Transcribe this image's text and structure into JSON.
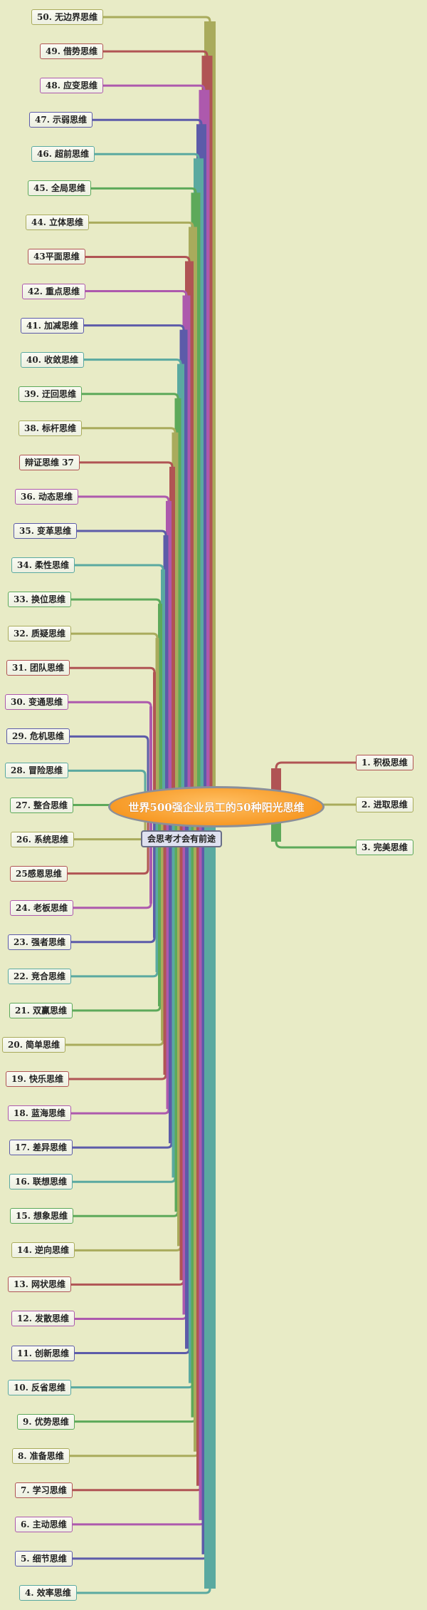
{
  "center": {
    "title": "世界500强企业员工的50种阳光思维",
    "subtitle": "会思考才会有前途"
  },
  "colors": [
    "#a9ab5c",
    "#b05454",
    "#ad59ad",
    "#5c5ba9",
    "#5aa9a0",
    "#5da95a"
  ],
  "right_nodes": [
    {
      "label": "1. 积极思维",
      "color": "#b05454"
    },
    {
      "label": "2. 进取思维",
      "color": "#a9ab5c"
    },
    {
      "label": "3. 完美思维",
      "color": "#5da95a"
    }
  ],
  "left_nodes": [
    {
      "label": "50. 无边界思维",
      "color": "#a9ab5c"
    },
    {
      "label": "49. 借势思维",
      "color": "#b05454"
    },
    {
      "label": "48. 应变思维",
      "color": "#ad59ad"
    },
    {
      "label": "47. 示弱思维",
      "color": "#5c5ba9"
    },
    {
      "label": "46. 超前思维",
      "color": "#5aa9a0"
    },
    {
      "label": "45. 全局思维",
      "color": "#5da95a"
    },
    {
      "label": "44. 立体思维",
      "color": "#a9ab5c"
    },
    {
      "label": "43平面思维",
      "color": "#b05454"
    },
    {
      "label": "42. 重点思维",
      "color": "#ad59ad"
    },
    {
      "label": "41. 加减思维",
      "color": "#5c5ba9"
    },
    {
      "label": "40. 收敛思维",
      "color": "#5aa9a0"
    },
    {
      "label": "39. 迂回思维",
      "color": "#5da95a"
    },
    {
      "label": "38. 标杆思维",
      "color": "#a9ab5c"
    },
    {
      "label": "辩证思维  37",
      "color": "#b05454"
    },
    {
      "label": "36. 动态思维",
      "color": "#ad59ad"
    },
    {
      "label": "35. 变革思维",
      "color": "#5c5ba9"
    },
    {
      "label": "34. 柔性思维",
      "color": "#5aa9a0"
    },
    {
      "label": "33. 换位思维",
      "color": "#5da95a"
    },
    {
      "label": "32. 质疑思维",
      "color": "#a9ab5c"
    },
    {
      "label": "31. 团队思维",
      "color": "#b05454"
    },
    {
      "label": "30. 变通思维",
      "color": "#ad59ad"
    },
    {
      "label": "29. 危机思维",
      "color": "#5c5ba9"
    },
    {
      "label": "28. 冒险思维",
      "color": "#5aa9a0"
    },
    {
      "label": "27. 整合思维",
      "color": "#5da95a"
    },
    {
      "label": "26. 系统思维",
      "color": "#a9ab5c"
    },
    {
      "label": "25感恩思维",
      "color": "#b05454"
    },
    {
      "label": "24. 老板思维",
      "color": "#ad59ad"
    },
    {
      "label": "23. 强者思维",
      "color": "#5c5ba9"
    },
    {
      "label": "22. 竞合思维",
      "color": "#5aa9a0"
    },
    {
      "label": "21. 双赢思维",
      "color": "#5da95a"
    },
    {
      "label": "20. 简单思维",
      "color": "#a9ab5c"
    },
    {
      "label": "19. 快乐思维",
      "color": "#b05454"
    },
    {
      "label": "18. 蓝海思维",
      "color": "#ad59ad"
    },
    {
      "label": "17. 差异思维",
      "color": "#5c5ba9"
    },
    {
      "label": "16. 联想思维",
      "color": "#5aa9a0"
    },
    {
      "label": "15. 想象思维",
      "color": "#5da95a"
    },
    {
      "label": "14. 逆向思维",
      "color": "#a9ab5c"
    },
    {
      "label": "13. 网状思维",
      "color": "#b05454"
    },
    {
      "label": "12. 发散思维",
      "color": "#ad59ad"
    },
    {
      "label": "11. 创新思维",
      "color": "#5c5ba9"
    },
    {
      "label": "10. 反省思维",
      "color": "#5aa9a0"
    },
    {
      "label": "9. 优势思维",
      "color": "#5da95a"
    },
    {
      "label": "8. 准备思维",
      "color": "#a9ab5c"
    },
    {
      "label": "7. 学习思维",
      "color": "#b05454"
    },
    {
      "label": "6. 主动思维",
      "color": "#ad59ad"
    },
    {
      "label": "5. 细节思维",
      "color": "#5c5ba9"
    },
    {
      "label": "4. 效率思维",
      "color": "#5aa9a0"
    }
  ]
}
